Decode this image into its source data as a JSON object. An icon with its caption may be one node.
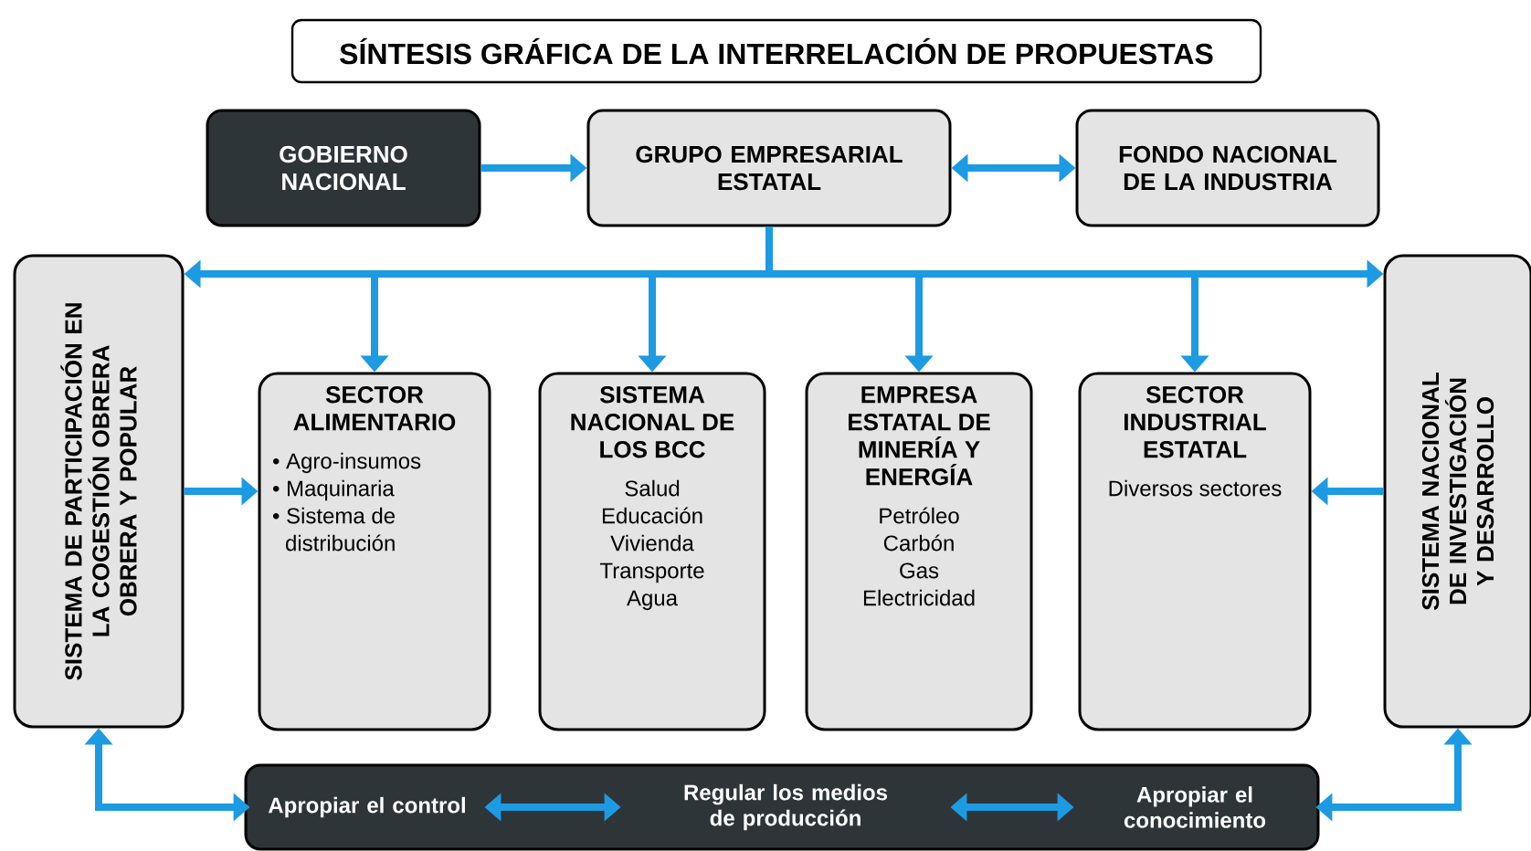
{
  "diagram": {
    "title": "SÍNTESIS GRÁFICA DE LA INTERRELACIÓN DE PROPUESTAS",
    "nodes": [
      {
        "text": [
          "GOBIERNO NACIONAL"
        ]
      },
      {
        "text": [
          "GRUPO EMPRESARIAL ESTATAL"
        ]
      },
      {
        "text": [
          "FONDO NACIONAL DE LA INDUSTRIA"
        ]
      },
      {
        "text": [
          "SISTEMA DE PARTICIPACIÓN EN LA COGESTIÓN OBRERA OBRERA Y POPULAR"
        ]
      },
      {
        "text": [
          "SECTOR ALIMENTARIO",
          "• Agro-insumos",
          "• Maquinaria",
          "• Sistema de distribución"
        ]
      },
      {
        "text": [
          "SISTEMA NACIONAL DE LOS BCC",
          "Salud",
          "Educación",
          "Vivienda",
          "Transporte",
          "Agua"
        ]
      },
      {
        "text": [
          "EMPRESA ESTATAL DE MINERÍA Y ENERGÍA",
          "Petróleo",
          "Carbón",
          "Gas",
          "Electricidad"
        ]
      },
      {
        "text": [
          "SECTOR INDUSTRIAL ESTATAL",
          "Diversos sectores"
        ]
      },
      {
        "text": [
          "SISTEMA NACIONAL DE INVESTIGACIÓN Y DESARROLLO"
        ]
      },
      {
        "text": [],
        "shape": "bar"
      },
      {
        "text": [
          "Apropiar el control"
        ],
        "in": 9
      },
      {
        "text": [
          "Regular los medios de producción"
        ],
        "in": 9
      },
      {
        "text": [
          "Apropiar el conocimiento"
        ],
        "in": 9
      }
    ],
    "edges": [
      {
        "from": 0,
        "to": 1,
        "arrow": "to"
      },
      {
        "from": 1,
        "to": 2,
        "arrow": "both"
      },
      {
        "from": 1,
        "to": 3,
        "arrow": "to"
      },
      {
        "from": 1,
        "to": 4,
        "arrow": "to"
      },
      {
        "from": 1,
        "to": 5,
        "arrow": "to"
      },
      {
        "from": 1,
        "to": 6,
        "arrow": "to"
      },
      {
        "from": 1,
        "to": 7,
        "arrow": "to"
      },
      {
        "from": 1,
        "to": 8,
        "arrow": "to"
      },
      {
        "from": 3,
        "to": 4,
        "arrow": "to"
      },
      {
        "from": 8,
        "to": 7,
        "arrow": "to"
      },
      {
        "from": 3,
        "to": 10,
        "arrow": "both"
      },
      {
        "from": 10,
        "to": 11,
        "arrow": "both"
      },
      {
        "from": 11,
        "to": 12,
        "arrow": "both"
      },
      {
        "from": 12,
        "to": 8,
        "arrow": "both"
      }
    ]
  }
}
